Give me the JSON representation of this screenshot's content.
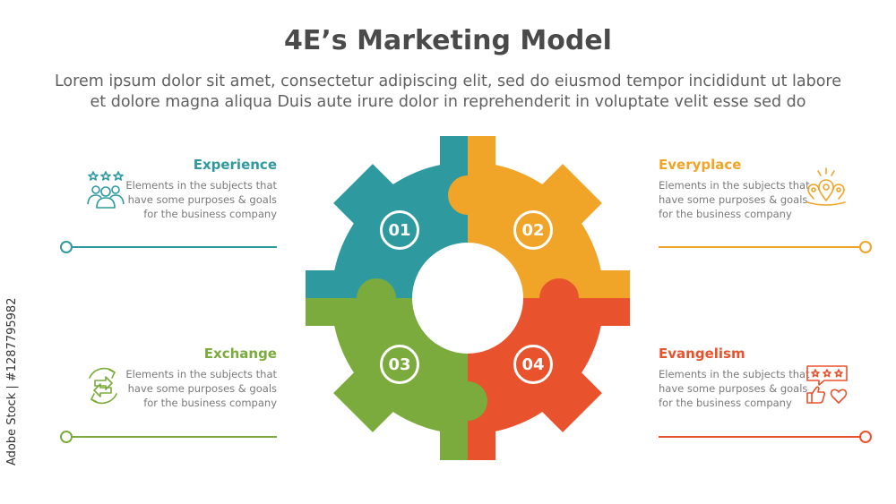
{
  "header": {
    "title": "4E’s Marketing Model",
    "subtitle_line1": "Lorem ipsum dolor sit amet, consectetur adipiscing elit, sed do eiusmod tempor incididunt ut labore",
    "subtitle_line2": "et dolore magna aliqua Duis aute irure dolor in reprehenderit in voluptate velit esse sed do"
  },
  "items": [
    {
      "title": "Experience",
      "number": "01",
      "color": "#2e9aa0",
      "icon": "users-rating-icon",
      "desc1": "Elements in the subjects that",
      "desc2": "have  some purposes & goals",
      "desc3": "for the  business company"
    },
    {
      "title": "Everyplace",
      "number": "02",
      "color": "#f0a428",
      "icon": "location-pins-icon",
      "desc1": "Elements in the subjects that",
      "desc2": "have  some purposes & goals",
      "desc3": "for the  business company"
    },
    {
      "title": "Exchange",
      "number": "03",
      "color": "#7bab3c",
      "icon": "exchange-arrows-icon",
      "desc1": "Elements in the subjects that",
      "desc2": "have  some purposes & goals",
      "desc3": "for the  business company"
    },
    {
      "title": "Evangelism",
      "number": "04",
      "color": "#e8522d",
      "icon": "review-like-icon",
      "desc1": "Elements in the subjects that",
      "desc2": "have  some purposes & goals",
      "desc3": "for the  business company"
    }
  ],
  "watermark": "Adobe Stock | #1287795982"
}
